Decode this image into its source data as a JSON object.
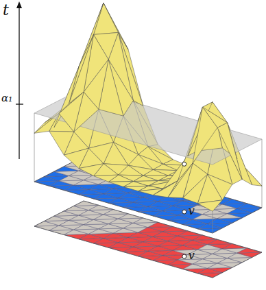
{
  "diagram": {
    "labels": [
      "t",
      "α₁",
      "v",
      "v"
    ]
  }
}
